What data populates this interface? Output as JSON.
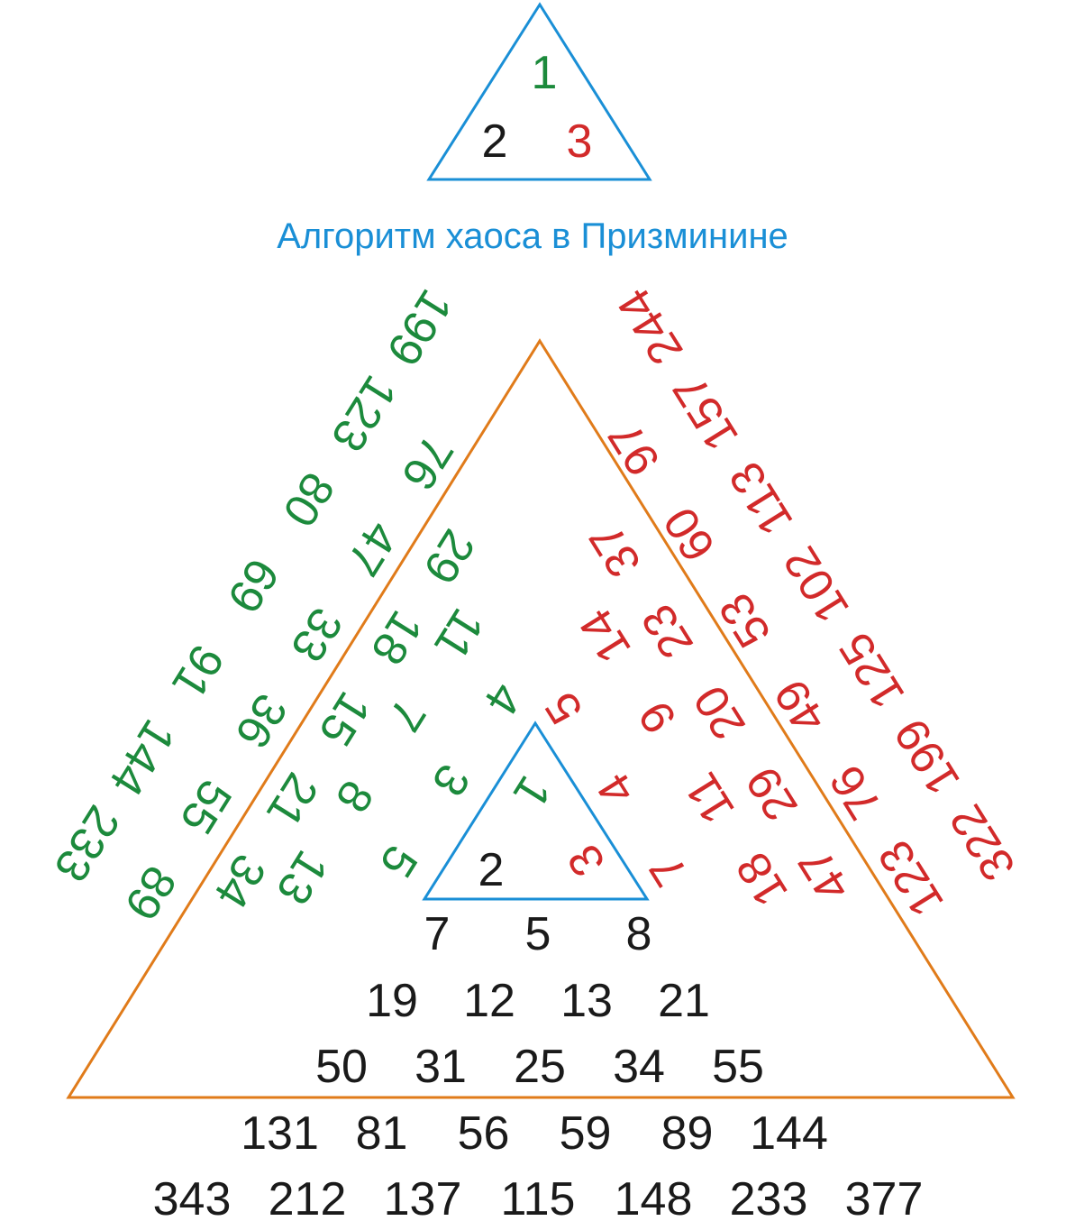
{
  "title": "Алгоритм хаоса в Призминине",
  "colors": {
    "green": "#1c8a3c",
    "red": "#d22a2a",
    "black": "#1a1a1a",
    "blue": "#1a8fd6",
    "orange": "#e07b1a"
  },
  "legend_triangle": {
    "top": "1",
    "left": "2",
    "right": "3"
  },
  "inner_triangle": {
    "top": "1",
    "left": "2",
    "right": "3"
  },
  "green_rows": [
    [
      "4",
      "3",
      "5"
    ],
    [
      "11",
      "7",
      "8",
      "13"
    ],
    [
      "29",
      "18",
      "15",
      "21",
      "34"
    ],
    [
      "76",
      "47",
      "33",
      "36",
      "55",
      "89"
    ],
    [
      "199",
      "123",
      "80",
      "69",
      "91",
      "144",
      "233"
    ]
  ],
  "red_rows": [
    [
      "5",
      "4",
      "7"
    ],
    [
      "14",
      "9",
      "11",
      "18"
    ],
    [
      "37",
      "23",
      "20",
      "29",
      "47"
    ],
    [
      "97",
      "60",
      "53",
      "49",
      "76",
      "123"
    ],
    [
      "244",
      "157",
      "113",
      "102",
      "125",
      "199",
      "322"
    ]
  ],
  "black_rows": [
    [
      "7",
      "5",
      "8"
    ],
    [
      "19",
      "12",
      "13",
      "21"
    ],
    [
      "50",
      "31",
      "25",
      "34",
      "55"
    ],
    [
      "131",
      "81",
      "56",
      "59",
      "89",
      "144"
    ],
    [
      "343",
      "212",
      "137",
      "115",
      "148",
      "233",
      "377"
    ]
  ]
}
